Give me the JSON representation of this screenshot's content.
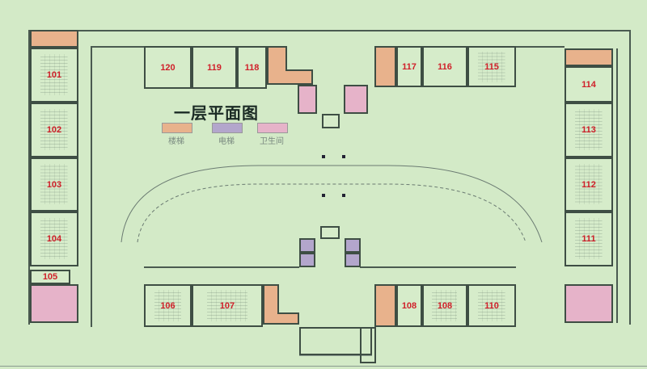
{
  "title": "一层平面图",
  "legend": [
    {
      "label": "楼梯",
      "color": "#e8b28c"
    },
    {
      "label": "电梯",
      "color": "#b3a6cc"
    },
    {
      "label": "卫生间",
      "color": "#e6b3c9"
    }
  ],
  "rooms": {
    "r101": "101",
    "r102": "102",
    "r103": "103",
    "r104": "104",
    "r105": "105",
    "r106": "106",
    "r107": "107",
    "r108a": "108",
    "r108b": "108",
    "r110": "110",
    "r111": "111",
    "r112": "112",
    "r113": "113",
    "r114": "114",
    "r115": "115",
    "r116": "116",
    "r117": "117",
    "r118": "118",
    "r119": "119",
    "r120": "120"
  }
}
